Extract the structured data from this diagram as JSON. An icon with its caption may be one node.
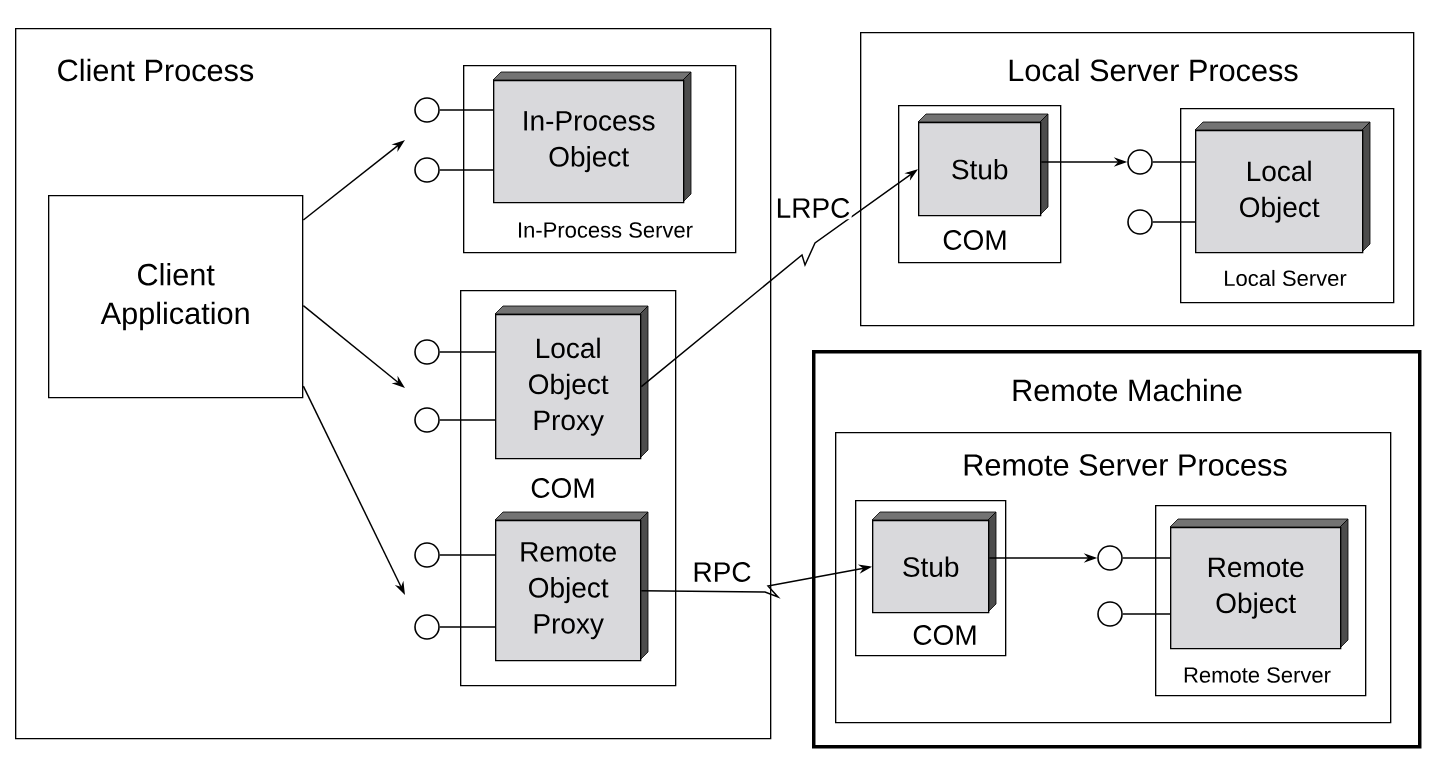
{
  "diagram": {
    "nodes": [
      {
        "text": [
          "Client Process"
        ]
      },
      {
        "text": [
          "Client Application"
        ],
        "in": 0
      },
      {
        "text": [
          "In-Process Server"
        ],
        "in": 0
      },
      {
        "text": [
          "In-Process Object"
        ],
        "in": 2
      },
      {
        "text": [],
        "shape": "circle",
        "in": 0
      },
      {
        "text": [],
        "shape": "circle",
        "in": 0
      },
      {
        "text": [
          "COM"
        ],
        "in": 0
      },
      {
        "text": [
          "Local Object Proxy"
        ],
        "in": 6
      },
      {
        "text": [
          "Remote Object Proxy"
        ],
        "in": 6
      },
      {
        "text": [],
        "shape": "circle",
        "in": 0
      },
      {
        "text": [],
        "shape": "circle",
        "in": 0
      },
      {
        "text": [],
        "shape": "circle",
        "in": 0
      },
      {
        "text": [],
        "shape": "circle",
        "in": 0
      },
      {
        "text": [
          "Local Server Process"
        ]
      },
      {
        "text": [
          "COM"
        ],
        "in": 13
      },
      {
        "text": [
          "Stub"
        ],
        "in": 14
      },
      {
        "text": [
          "Local Server"
        ],
        "in": 13
      },
      {
        "text": [
          "Local Object"
        ],
        "in": 16
      },
      {
        "text": [],
        "shape": "circle",
        "in": 13
      },
      {
        "text": [],
        "shape": "circle",
        "in": 13
      },
      {
        "text": [
          "Remote Machine"
        ]
      },
      {
        "text": [
          "Remote Server Process"
        ],
        "in": 20
      },
      {
        "text": [
          "COM"
        ],
        "in": 21
      },
      {
        "text": [
          "Stub"
        ],
        "in": 22
      },
      {
        "text": [
          "Remote Server"
        ],
        "in": 21
      },
      {
        "text": [
          "Remote Object"
        ],
        "in": 24
      },
      {
        "text": [],
        "shape": "circle",
        "in": 21
      },
      {
        "text": [],
        "shape": "circle",
        "in": 21
      }
    ],
    "edges": [
      {
        "from": 1,
        "to": null,
        "arrow": "to"
      },
      {
        "from": 1,
        "to": null,
        "arrow": "to"
      },
      {
        "from": 1,
        "to": null,
        "arrow": "to"
      },
      {
        "from": 4,
        "to": 3,
        "arrow": "none"
      },
      {
        "from": 5,
        "to": 3,
        "arrow": "none"
      },
      {
        "from": 9,
        "to": 7,
        "arrow": "none"
      },
      {
        "from": 10,
        "to": 7,
        "arrow": "none"
      },
      {
        "from": 11,
        "to": 8,
        "arrow": "none"
      },
      {
        "from": 12,
        "to": 8,
        "arrow": "none"
      },
      {
        "from": 7,
        "to": 15,
        "arrow": "to",
        "label": "LRPC"
      },
      {
        "from": 15,
        "to": 18,
        "arrow": "to"
      },
      {
        "from": 18,
        "to": 17,
        "arrow": "none"
      },
      {
        "from": 19,
        "to": 17,
        "arrow": "none"
      },
      {
        "from": 8,
        "to": 23,
        "arrow": "to",
        "label": "RPC"
      },
      {
        "from": 23,
        "to": 26,
        "arrow": "to"
      },
      {
        "from": 26,
        "to": 25,
        "arrow": "none"
      },
      {
        "from": 27,
        "to": 25,
        "arrow": "none"
      }
    ]
  }
}
